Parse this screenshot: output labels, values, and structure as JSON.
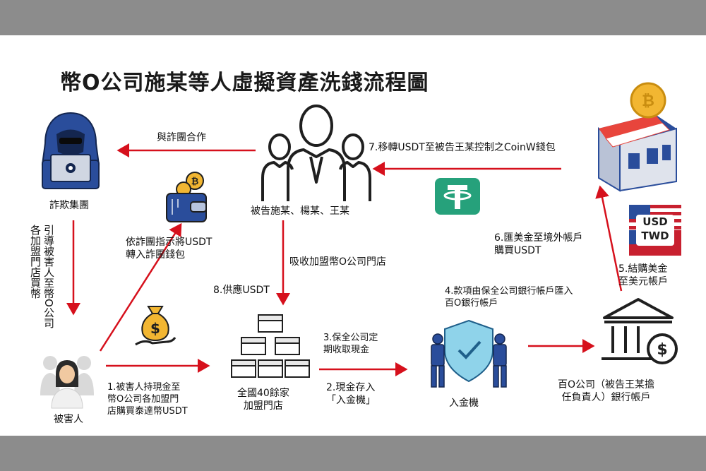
{
  "title": "幣O公司施某等人虛擬資產洗錢流程圖",
  "nodes": {
    "fraud_group": "詐欺集團",
    "defendants": "被告施某、楊某、王某",
    "victim": "被害人",
    "stores": "全國40餘家\n加盟門店",
    "atm": "入金機",
    "bank": "百O公司（被告王某擔\n任負責人）銀行帳戶"
  },
  "edges": {
    "cooperate": "與詐團合作",
    "transfer_coinw": "7.移轉USDT至被告王某控制之CoinW錢包",
    "guide_victim": "引導被害人至幣O公司\n各加盟門店買幣",
    "wallet_transfer": "依詐團指示將USDT\n轉入詐團錢包",
    "recruit": "吸收加盟幣O公司門店",
    "supply": "8.供應USDT",
    "victim_buy": "1.被害人持現金至\n幣O公司各加盟門\n店購買泰達幣USDT",
    "collect_cash": "3.保全公司定\n期收取現金",
    "deposit": "2.現金存入\n「入金機」",
    "remit": "4.款項由保全公司銀行帳戶匯入\n百O銀行帳戶",
    "buy_usdt": "6.匯美金至境外帳戶\n購買USDT",
    "exchange": "5.結購美金\n至美元帳戶"
  },
  "badges": {
    "usd": "USD",
    "twd": "TWD"
  },
  "colors": {
    "arrow": "#d6101c",
    "icon_dark": "#1f1f1f",
    "icon_blue": "#2a4d9b",
    "tether": "#26a17b",
    "gold": "#f2b632"
  }
}
